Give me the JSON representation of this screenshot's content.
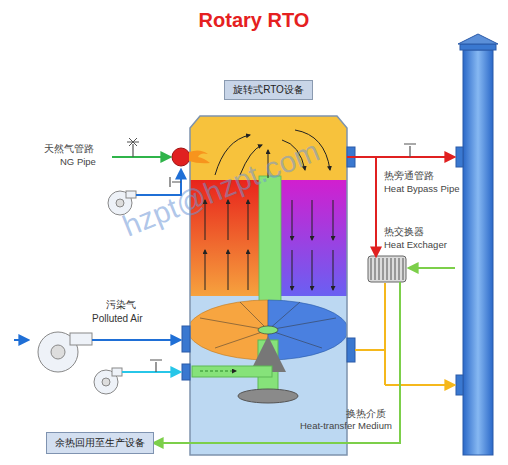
{
  "diagram": {
    "title": "Rotary RTO",
    "nodes": [
      {
        "text": [
          "旋转式RTO设备"
        ]
      },
      {
        "text": [
          "热交换器",
          "Heat Exchager"
        ]
      },
      {
        "text": [
          "余热回用至生产设备"
        ]
      }
    ],
    "edges": [
      {
        "from": 0,
        "to": 1,
        "arrow": "to"
      },
      {
        "from": 1,
        "to": 2,
        "arrow": "to"
      }
    ],
    "labels": [
      "天然气管路",
      "NG Pipe",
      "热旁通管路",
      "Heat Bypass Pipe",
      "污染气",
      "Polluted Air",
      "换热介质",
      "Heat-transfer Medium",
      "hzpt@hzpt.com"
    ]
  }
}
